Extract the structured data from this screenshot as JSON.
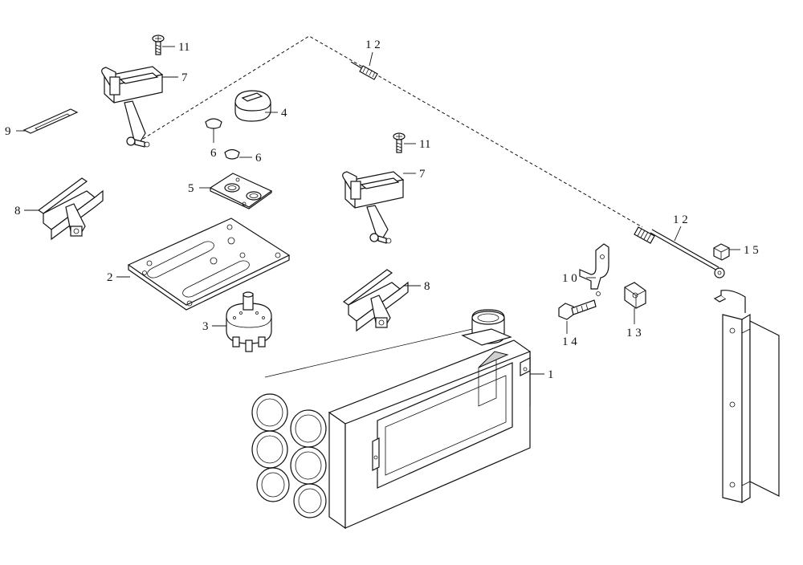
{
  "callouts": [
    {
      "id": "c1",
      "text": "1"
    },
    {
      "id": "c2",
      "text": "2"
    },
    {
      "id": "c3",
      "text": "3"
    },
    {
      "id": "c4",
      "text": "4"
    },
    {
      "id": "c5",
      "text": "5"
    },
    {
      "id": "c6a",
      "text": "6"
    },
    {
      "id": "c6b",
      "text": "6"
    },
    {
      "id": "c7a",
      "text": "7"
    },
    {
      "id": "c7b",
      "text": "7"
    },
    {
      "id": "c8a",
      "text": "8"
    },
    {
      "id": "c8b",
      "text": "8"
    },
    {
      "id": "c9",
      "text": "9"
    },
    {
      "id": "c10",
      "text": "1 0"
    },
    {
      "id": "c11a",
      "text": "11"
    },
    {
      "id": "c11b",
      "text": "11"
    },
    {
      "id": "c12a",
      "text": "1 2"
    },
    {
      "id": "c12b",
      "text": "1 2"
    },
    {
      "id": "c13",
      "text": "1 3"
    },
    {
      "id": "c14",
      "text": "1 4"
    },
    {
      "id": "c15",
      "text": "1 5"
    }
  ]
}
